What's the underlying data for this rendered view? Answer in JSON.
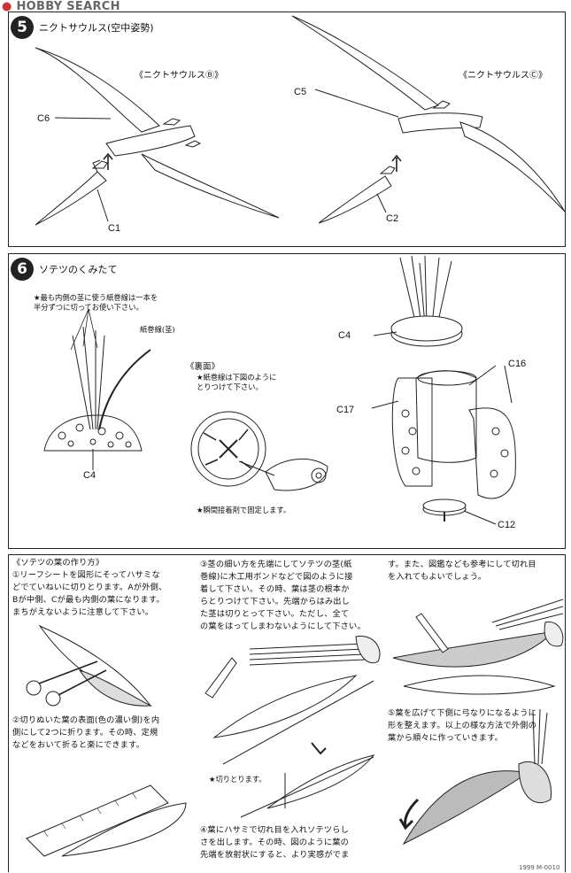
{
  "watermark": {
    "brand": "HOBBY SEARCH"
  },
  "step5": {
    "number": "5",
    "title": "ニクトサウルス(空中姿勢)",
    "label_b": "《ニクトサウルスⒷ》",
    "label_c": "《ニクトサウルスⒸ》",
    "parts": {
      "c6": "C6",
      "c1": "C1",
      "c5": "C5",
      "c2": "C2"
    }
  },
  "step6": {
    "number": "6",
    "title": "ソテツのくみたて",
    "note_wire": "★最も内側の茎に使う紙巻線は一本を\n半分ずつに切ってお使い下さい。",
    "wire_label": "紙巻線(茎)",
    "back_title": "《裏面》",
    "back_note": "★紙巻線は下図のように\nとりつけて下さい。",
    "glue_note": "★瞬間接着剤で固定します。",
    "parts": {
      "c4_left": "C4",
      "c4_right": "C4",
      "c16": "C16",
      "c17": "C17",
      "c12": "C12"
    }
  },
  "leaves": {
    "title": "《ソテツの葉の作り方》",
    "step1": "①リーフシートを図形にそってハサミな\nどでていねいに切りとります。Aが外側、\nBが中側、Cが最も内側の葉になります。\nまちがえないように注意して下さい。",
    "step2": "②切りぬいた葉の表面(色の濃い側)を内\n側にして2つに折ります。その時、定規\nなどをおいて折ると楽にできます。",
    "step3": "③茎の細い方を先端にしてソテツの茎(紙\n巻線)に木工用ボンドなどで図のように接\n着して下さい。その時、葉は茎の根本か\nらとりつけて下さい。先端からはみ出し\nた茎は切りとって下さい。ただし、全て\nの葉をはってしまわないようにして下さい。",
    "cut_note": "★切りとります。",
    "step4": "④葉にハサミで切れ目を入れソテツらし\nさを出します。その時、図のように葉の\n先端を放射状にすると、より実感がでま",
    "step4_cont": "す。また、図鑑なども参考にして切れ目\nを入れてもよいでしょう。",
    "step5": "⑤葉を広げて下側に弓なりになるように\n形を整えます。以上の様な方法で外側の\n葉から順々に作っていきます。",
    "footer_code": "1999 M-0010"
  }
}
